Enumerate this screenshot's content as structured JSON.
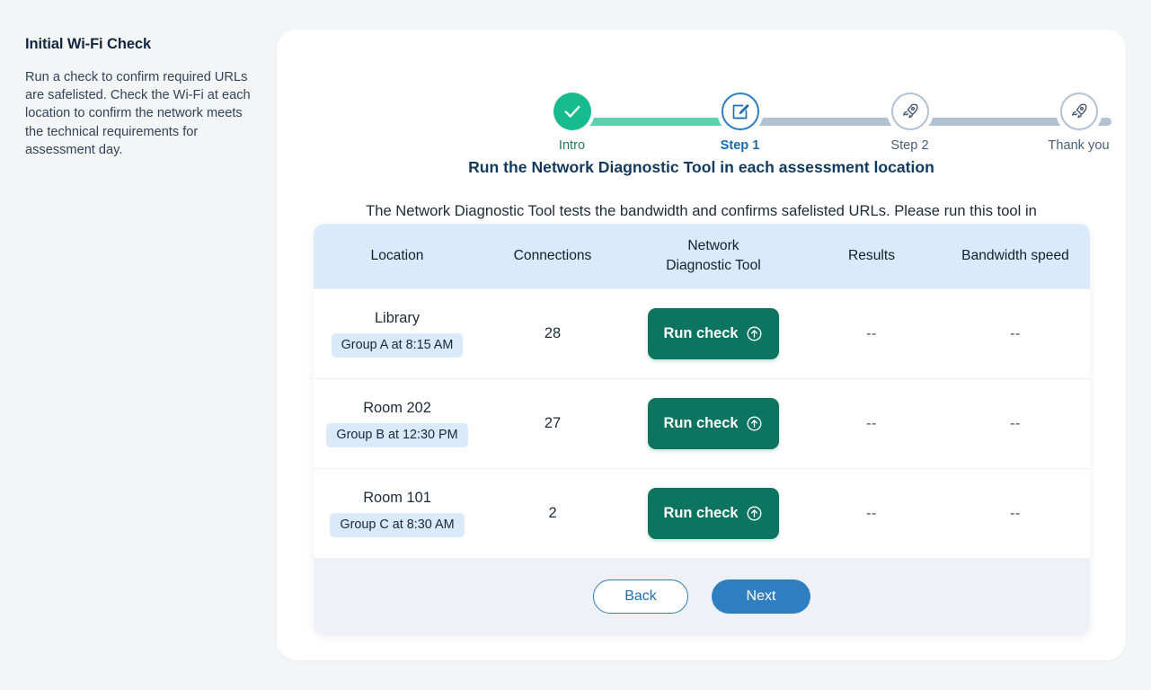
{
  "sidebar": {
    "title": "Initial Wi-Fi Check",
    "description": "Run a check to confirm required URLs are safelisted. Check the Wi-Fi at each location to confirm the network meets the technical requirements for assessment day."
  },
  "stepper": {
    "steps": [
      {
        "label": "Intro",
        "state": "done",
        "icon": "check-icon"
      },
      {
        "label": "Step 1",
        "state": "current",
        "icon": "edit-square-icon"
      },
      {
        "label": "Step 2",
        "state": "todo",
        "icon": "rocket-icon"
      },
      {
        "label": "Thank you",
        "state": "todo",
        "icon": "rocket-icon"
      }
    ],
    "colors": {
      "done": "#17bb8d",
      "done_track": "#5ad3ad",
      "current": "#2b7fc4",
      "todo": "#b3c2d3"
    }
  },
  "main": {
    "title": "Run the Network Diagnostic Tool in each assessment location",
    "paragraph": "The Network Diagnostic Tool tests the bandwidth and confirms safelisted URLs. Please run this tool in each designated assessment location on the Wi-Fi network NAEP will use."
  },
  "table": {
    "headers": {
      "location": "Location",
      "connections": "Connections",
      "tool_line1": "Network",
      "tool_line2": "Diagnostic Tool",
      "results": "Results",
      "bandwidth": "Bandwidth speed"
    },
    "header_bg": "#d9eafb",
    "rows": [
      {
        "location": "Library",
        "badge": "Group A at 8:15 AM",
        "connections": "28",
        "action_label": "Run check",
        "action_icon": "arrow-up-circle-icon",
        "results": "--",
        "bandwidth": "--"
      },
      {
        "location": "Room 202",
        "badge": "Group B at 12:30 PM",
        "connections": "27",
        "action_label": "Run check",
        "action_icon": "arrow-up-circle-icon",
        "results": "--",
        "bandwidth": "--"
      },
      {
        "location": "Room 101",
        "badge": "Group C at 8:30 AM",
        "connections": "2",
        "action_label": "Run check",
        "action_icon": "arrow-up-circle-icon",
        "results": "--",
        "bandwidth": "--"
      }
    ],
    "action_color": "#0d7460"
  },
  "footer": {
    "back_label": "Back",
    "next_label": "Next",
    "accent": "#2f7fc0"
  }
}
